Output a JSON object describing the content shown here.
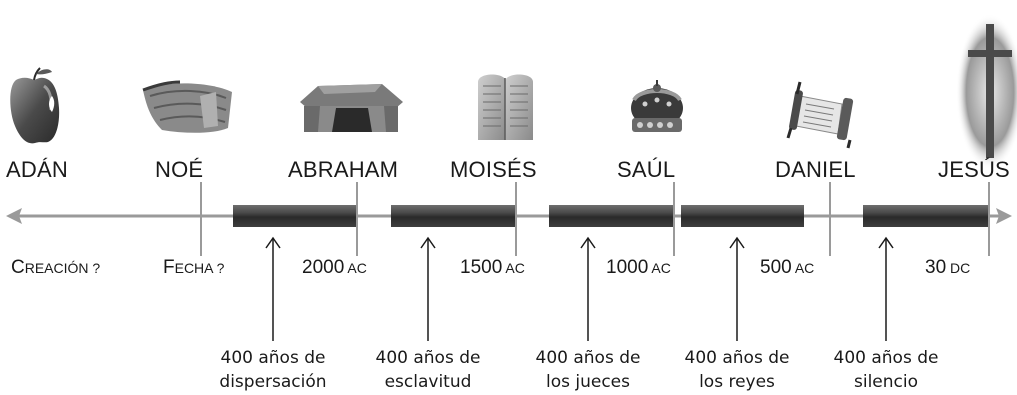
{
  "figures": [
    {
      "name": "ADÁN",
      "icon": "apple-icon"
    },
    {
      "name": "NOÉ",
      "icon": "ark-icon"
    },
    {
      "name": "ABRAHAM",
      "icon": "tent-icon"
    },
    {
      "name": "MOISÉS",
      "icon": "tablets-icon"
    },
    {
      "name": "SAÚL",
      "icon": "crown-icon"
    },
    {
      "name": "DANIEL",
      "icon": "scroll-icon"
    },
    {
      "name": "JESÚS",
      "icon": "cross-icon"
    }
  ],
  "dates": [
    {
      "value": "C",
      "suffix": "REACIÓN ?"
    },
    {
      "value": "F",
      "suffix": "ECHA ?"
    },
    {
      "value": "2000",
      "suffix": " AC"
    },
    {
      "value": "1500",
      "suffix": " AC"
    },
    {
      "value": "1000",
      "suffix": " AC"
    },
    {
      "value": "500",
      "suffix": " AC"
    },
    {
      "value": "30",
      "suffix": " DC"
    }
  ],
  "periods": [
    {
      "line1": "400 años de",
      "line2": "dispersación"
    },
    {
      "line1": "400 años de",
      "line2": "esclavitud"
    },
    {
      "line1": "400 años de",
      "line2": "los jueces"
    },
    {
      "line1": "400 años de",
      "line2": "los reyes"
    },
    {
      "line1": "400 años de",
      "line2": "silencio"
    }
  ],
  "colors": {
    "axis": "#9a9a9a",
    "bar": "#3a3a3a",
    "text": "#1a1a1a"
  }
}
